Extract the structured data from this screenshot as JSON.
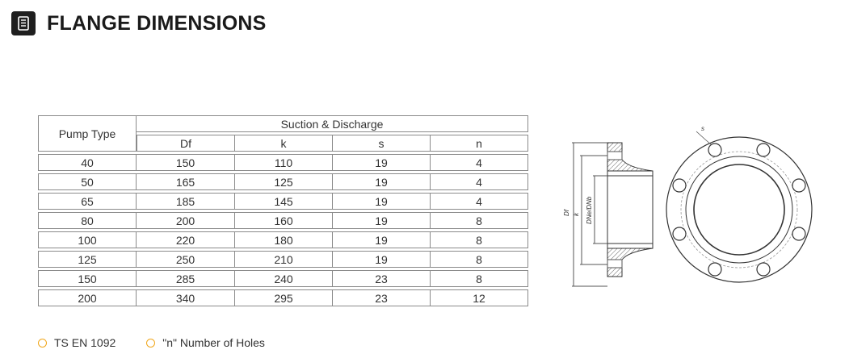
{
  "header": {
    "title": "FLANGE DIMENSIONS",
    "icon": "document-icon"
  },
  "table": {
    "pump_type_label": "Pump Type",
    "group_label": "Suction & Discharge",
    "columns": [
      "Df",
      "k",
      "s",
      "n"
    ],
    "rows": [
      [
        "40",
        "150",
        "110",
        "19",
        "4"
      ],
      [
        "50",
        "165",
        "125",
        "19",
        "4"
      ],
      [
        "65",
        "185",
        "145",
        "19",
        "4"
      ],
      [
        "80",
        "200",
        "160",
        "19",
        "8"
      ],
      [
        "100",
        "220",
        "180",
        "19",
        "8"
      ],
      [
        "125",
        "250",
        "210",
        "19",
        "8"
      ],
      [
        "150",
        "285",
        "240",
        "23",
        "8"
      ],
      [
        "200",
        "340",
        "295",
        "23",
        "12"
      ]
    ]
  },
  "legend": [
    {
      "label": "TS EN 1092",
      "color": "#f0a61a"
    },
    {
      "label": "\"n\" Number of Holes",
      "color": "#f0a61a"
    }
  ],
  "drawing": {
    "labels": {
      "df": "Df",
      "k": "k",
      "dn": "DNe/DNb",
      "s": "s"
    }
  }
}
